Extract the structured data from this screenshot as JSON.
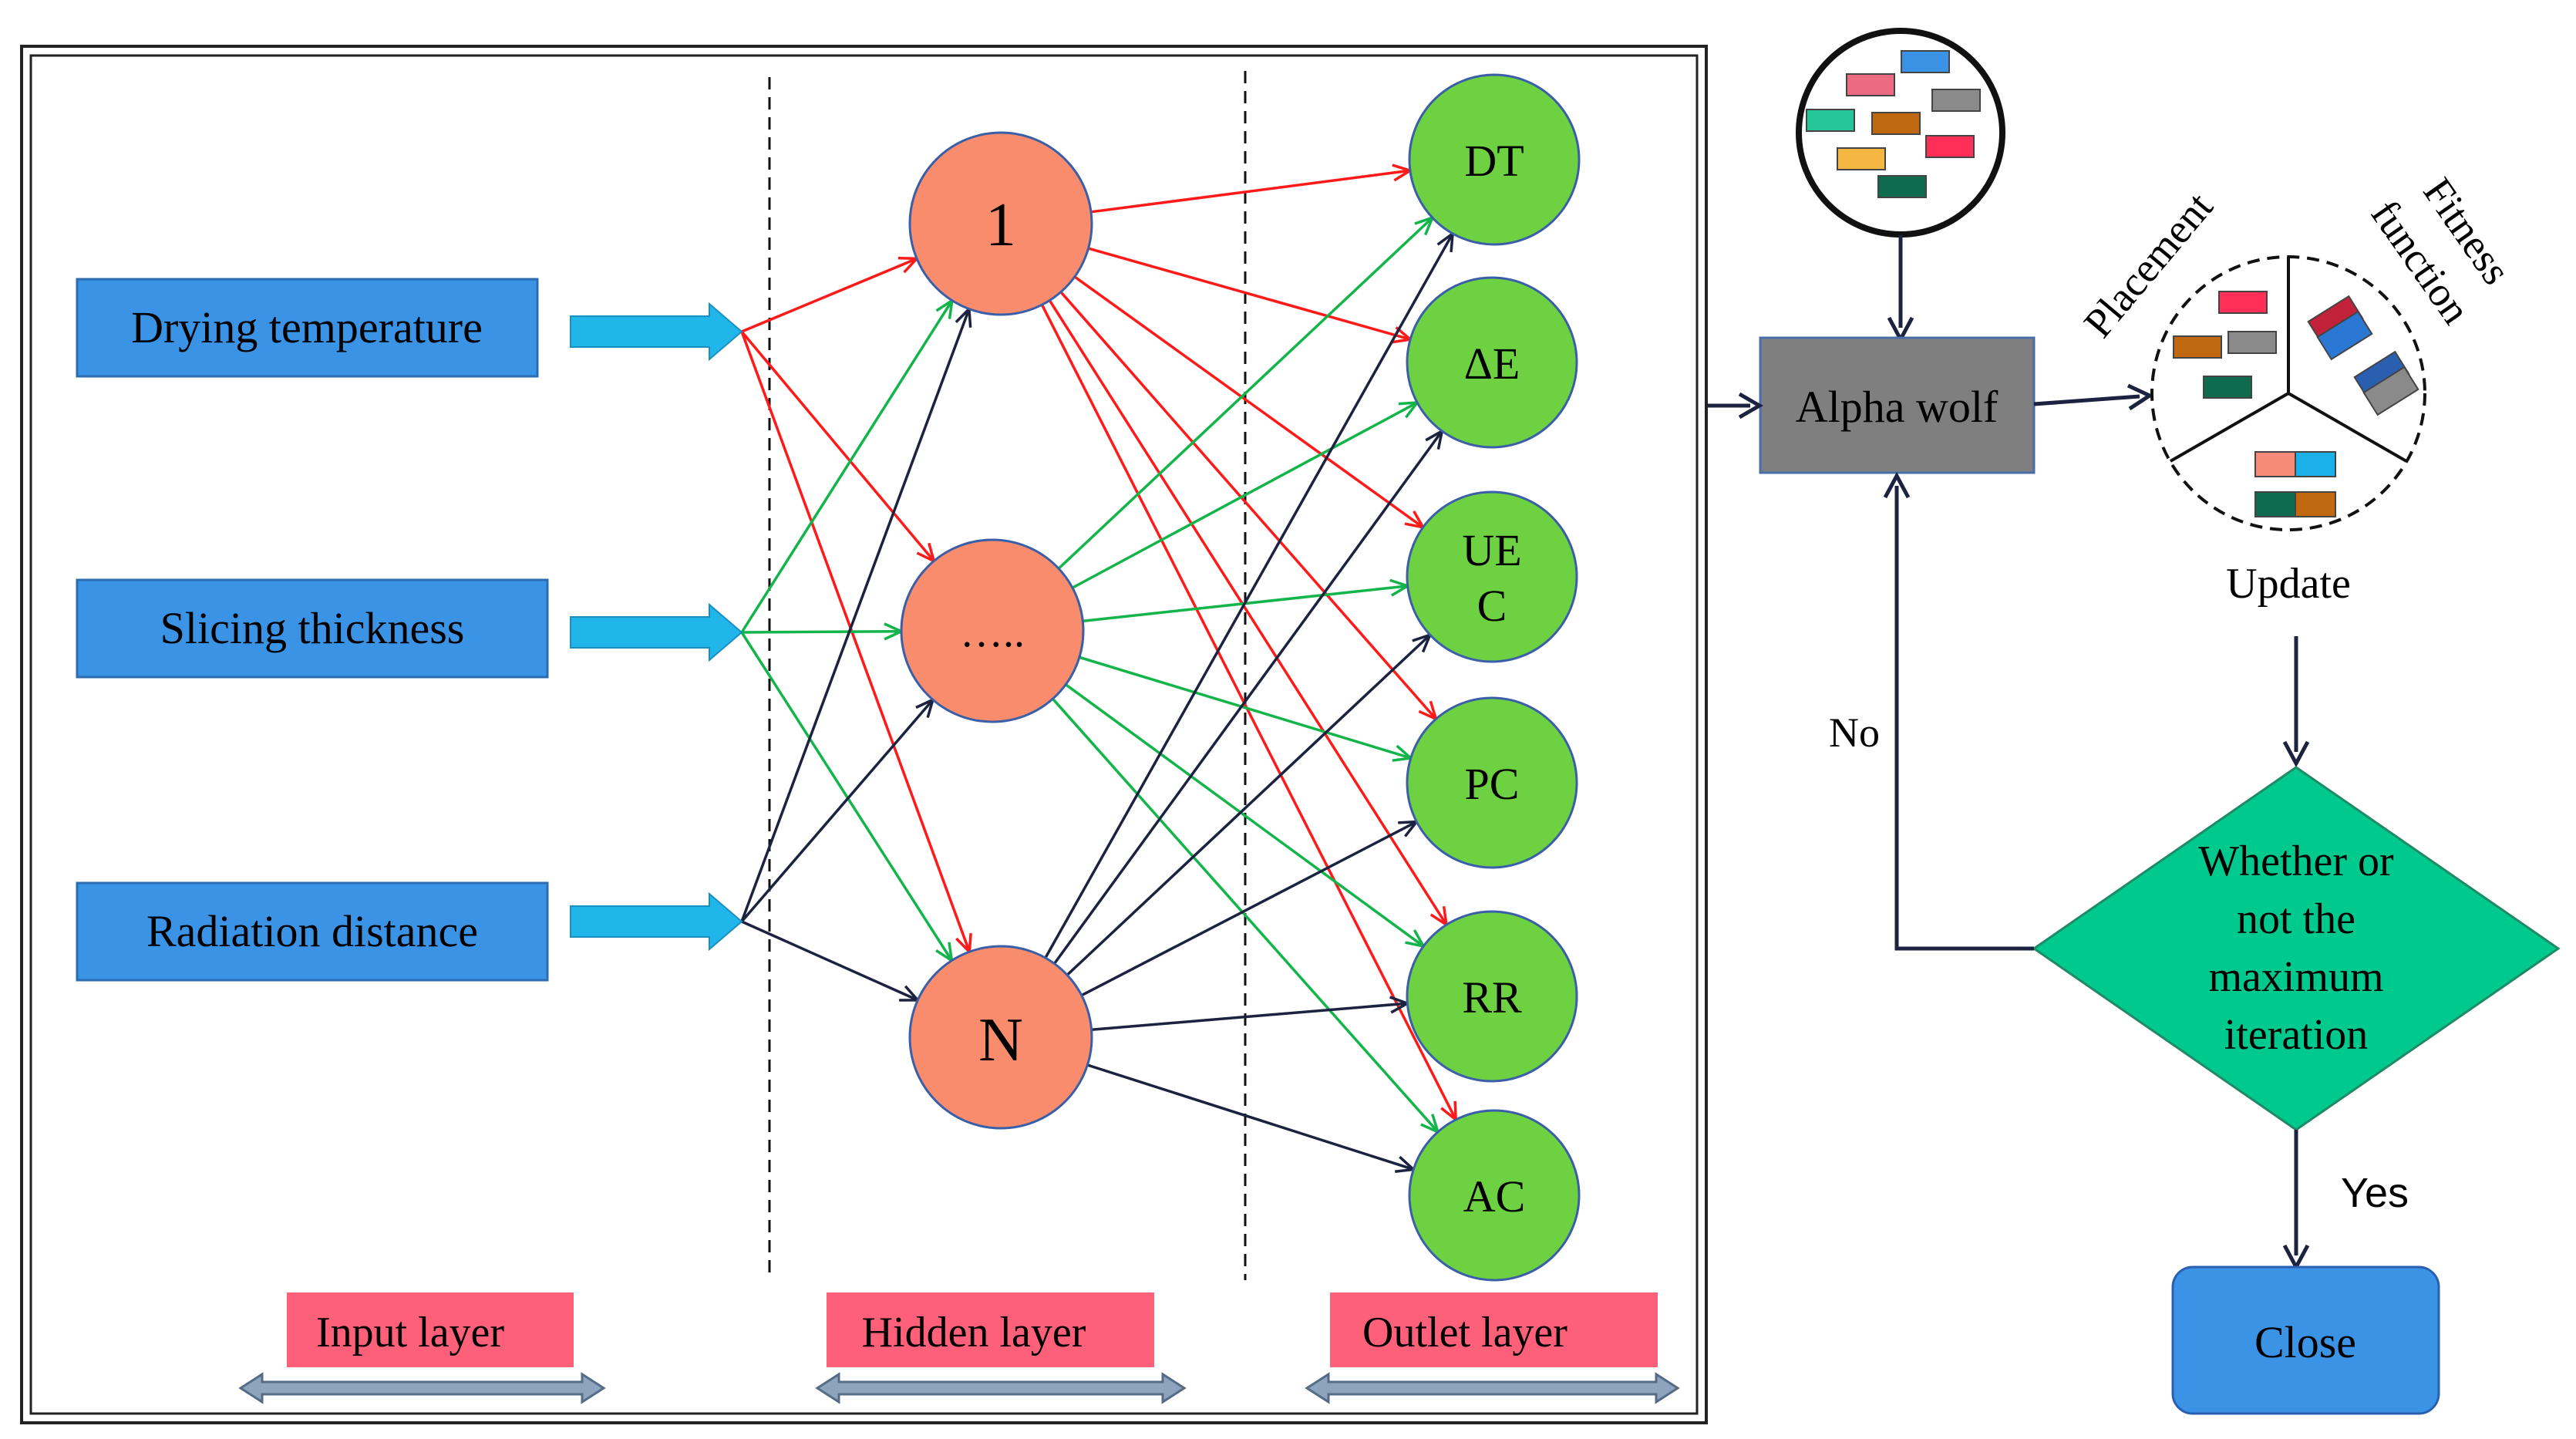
{
  "inputs": [
    {
      "label": "Drying temperature"
    },
    {
      "label": "Slicing thickness"
    },
    {
      "label": "Radiation distance"
    }
  ],
  "hidden": [
    {
      "label": "1"
    },
    {
      "label": "….."
    },
    {
      "label": "N"
    }
  ],
  "outputs": [
    {
      "label": "DT"
    },
    {
      "label": "ΔE"
    },
    {
      "label_line1": "UE",
      "label_line2": "C"
    },
    {
      "label": "PC"
    },
    {
      "label": "RR"
    },
    {
      "label": "AC"
    }
  ],
  "layers": {
    "input": "Input layer",
    "hidden": "Hidden layer",
    "outlet": "Outlet layer"
  },
  "flow": {
    "alpha_wolf": "Alpha wolf",
    "placement": "Placement",
    "fitness_line1": "Fitness",
    "fitness_line2": "function",
    "update": "Update",
    "decision_lines": [
      "Whether or",
      "not the",
      "maximum",
      "iteration"
    ],
    "no": "No",
    "yes": "Yes",
    "close": "Close"
  },
  "colors": {
    "input_box": "#3b93e6",
    "input_arrow": "#21b6ea",
    "hidden_node": "#f98c6c",
    "output_node": "#6ed141",
    "layer_label": "#fe5f79",
    "edge_red": "#ff1a1a",
    "edge_green": "#13b54a",
    "edge_dark": "#1b2340",
    "alpha_box": "#7f7f7f",
    "decision": "#00c98d",
    "close_box": "#3b93e6"
  }
}
